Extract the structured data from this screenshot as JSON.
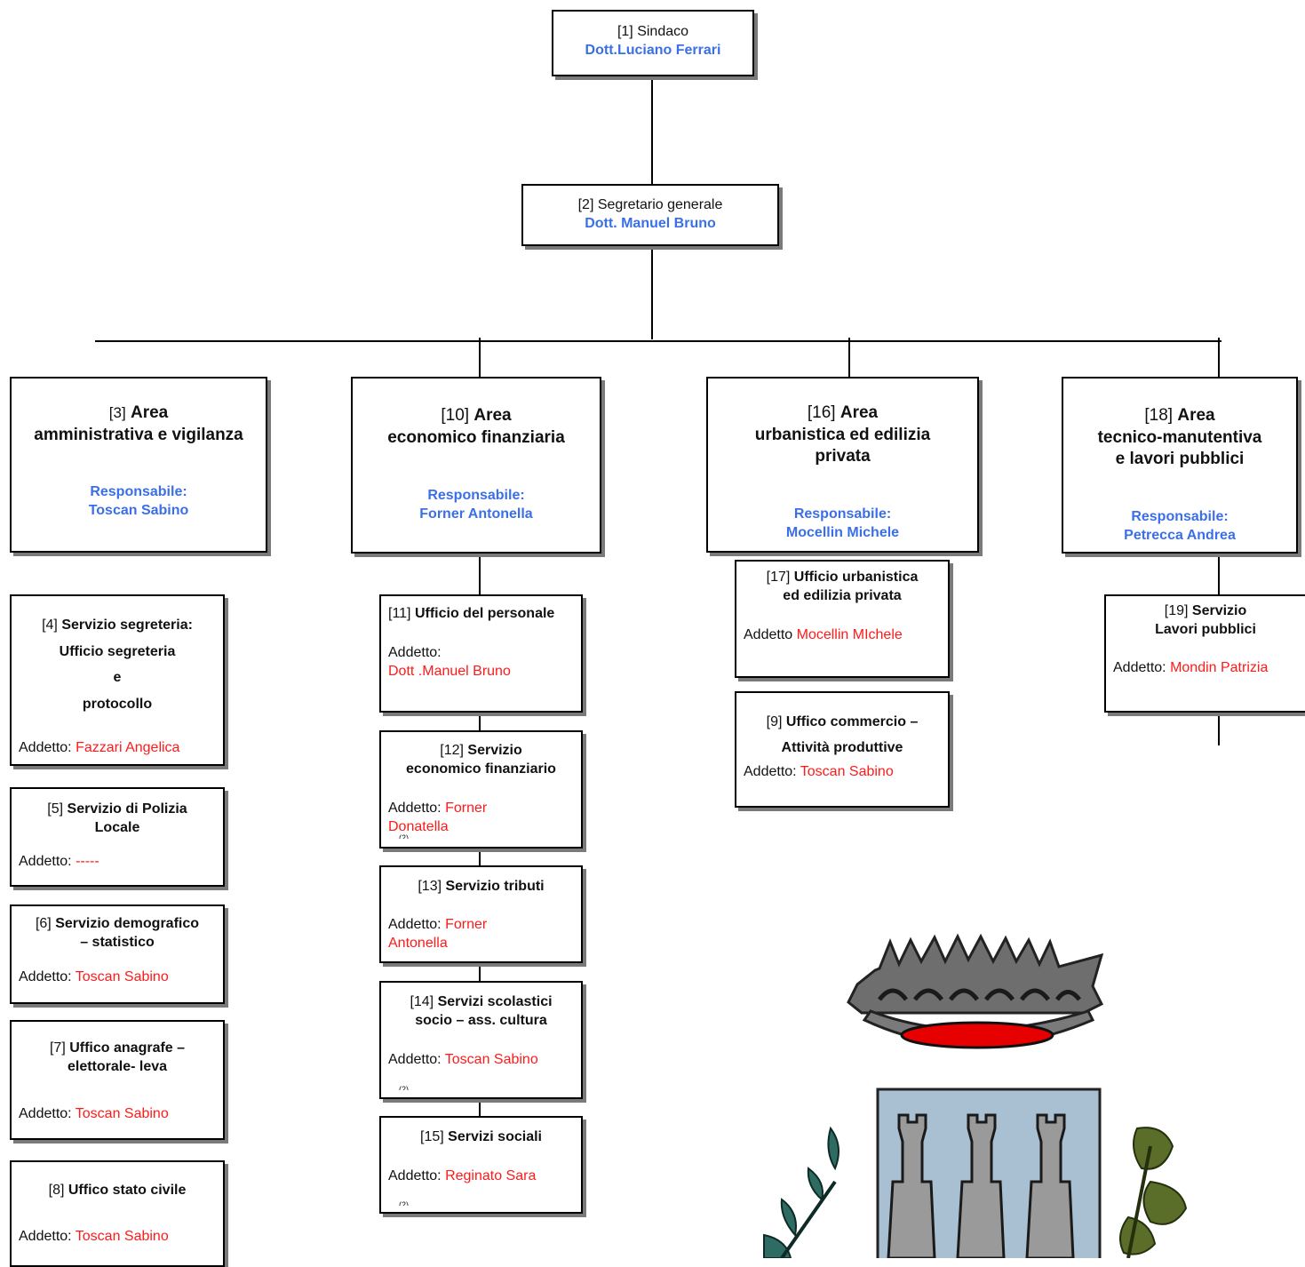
{
  "nodes": {
    "n1": {
      "num": "[1]",
      "title": "Sindaco",
      "person": "Dott.Luciano Ferrari"
    },
    "n2": {
      "num": "[2]",
      "title": "Segretario generale",
      "person": "Dott. Manuel Bruno"
    },
    "n3": {
      "num": "[3]",
      "title_a": "Area",
      "title_b": "amministrativa e vigilanza",
      "resp_label": "Responsabile:",
      "resp": "Toscan Sabino"
    },
    "n10": {
      "num": "[10]",
      "title_a": "Area",
      "title_b": "economico finanziaria",
      "resp_label": "Responsabile:",
      "resp": "Forner Antonella"
    },
    "n16": {
      "num": "[16]",
      "title_a": "Area",
      "title_b": "urbanistica ed edilizia",
      "title_c": "privata",
      "resp_label": "Responsabile:",
      "resp": "Mocellin Michele"
    },
    "n18": {
      "num": "[18]",
      "title_a": "Area",
      "title_b": "tecnico-manutentiva",
      "title_c": "e lavori pubblici",
      "resp_label": "Responsabile:",
      "resp": "Petrecca Andrea"
    },
    "n4": {
      "num": "[4]",
      "l1": "Servizio segreteria:",
      "l2": "Ufficio segreteria",
      "l3": "e",
      "l4": "protocollo",
      "addetto": "Addetto:",
      "person": "Fazzari Angelica"
    },
    "n5": {
      "num": "[5]",
      "l1": "Servizio di Polizia",
      "l2": "Locale",
      "addetto": "Addetto:",
      "person": "-----"
    },
    "n6": {
      "num": "[6]",
      "l1": "Servizio demografico",
      "l2": "– statistico",
      "addetto": "Addetto:",
      "person": "Toscan Sabino"
    },
    "n7": {
      "num": "[7]",
      "l1": "Uffico anagrafe –",
      "l2": "elettorale- leva",
      "addetto": "Addetto:",
      "person": "Toscan Sabino"
    },
    "n8": {
      "num": "[8]",
      "l1": "Uffico stato civile",
      "addetto": "Addetto:",
      "person": "Toscan Sabino"
    },
    "n11": {
      "num": "[11]",
      "l1": "Ufficio del personale",
      "addetto": "Addetto:",
      "person": "Dott .Manuel  Bruno"
    },
    "n12": {
      "num": "[12]",
      "l1": "Servizio",
      "l2": "economico finanziario",
      "addetto": "Addetto:",
      "person_a": "Forner",
      "person_b": "Donatella",
      "note": "(2)"
    },
    "n13": {
      "num": "[13]",
      "l1": "Servizio tributi",
      "addetto": "Addetto:",
      "person_a": "Forner",
      "person_b": "Antonella"
    },
    "n14": {
      "num": "[14]",
      "l1": "Servizi scolastici",
      "l2": "socio – ass. cultura",
      "addetto": "Addetto:",
      "person": "Toscan Sabino",
      "note": "(2)"
    },
    "n15": {
      "num": "[15]",
      "l1": "Servizi sociali",
      "addetto": "Addetto:",
      "person": "Reginato Sara",
      "note": "(2)"
    },
    "n17": {
      "num": "[17]",
      "l1": "Ufficio urbanistica",
      "l2": "ed edilizia privata",
      "addetto": "Addetto",
      "person": "Mocellin  MIchele"
    },
    "n9": {
      "num": "[9]",
      "l1": "Uffico commercio –",
      "l2": "Attività produttive",
      "addetto": "Addetto:",
      "person": "Toscan Sabino"
    },
    "n19": {
      "num": "[19]",
      "l1": "Servizio",
      "l2": "Lavori pubblici",
      "addetto": "Addetto:",
      "person": "Mondin Patrizia"
    }
  },
  "colors": {
    "responsabile": "#3b6fe8",
    "addetto": "#ff1a1a",
    "shadow": "#7a7a7a"
  },
  "emblem": {
    "icon": "coat-of-arms-icon"
  }
}
